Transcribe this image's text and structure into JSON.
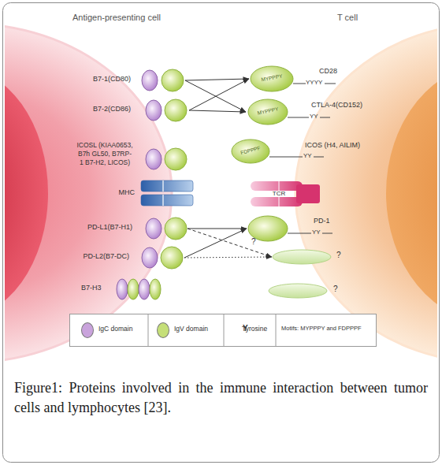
{
  "diagram": {
    "caption": "Figure1: Proteins involved in the immune interaction between tumor cells and lymphocytes [23].",
    "nodes": [
      {
        "text": [
          "Antigen-presenting cell"
        ]
      },
      {
        "text": [
          "B7-1(CD80)"
        ],
        "in": 0
      },
      {
        "text": [
          "B7-2(CD86)"
        ],
        "in": 0
      },
      {
        "text": [
          "ICOSL (KIAA0653, B7h GL50, B7RP-1 B7-H2, LICOS)"
        ],
        "in": 0
      },
      {
        "text": [
          "MHC"
        ],
        "in": 0
      },
      {
        "text": [
          "PD-L1(B7-H1)"
        ],
        "in": 0
      },
      {
        "text": [
          "PD-L2(B7-DC)"
        ],
        "in": 0
      },
      {
        "text": [
          "B7-H3"
        ],
        "in": 0
      },
      {
        "text": [
          "T cell"
        ]
      },
      {
        "text": [
          "MYPPPY",
          "CD28",
          "YYYY"
        ],
        "in": 8
      },
      {
        "text": [
          "MYPPPY",
          "CTLA-4(CD152)",
          "YY"
        ],
        "in": 8
      },
      {
        "text": [
          "FDPPPF",
          "ICOS (H4, AILIM)",
          "YY"
        ],
        "in": 8
      },
      {
        "text": [
          "TCR"
        ],
        "in": 8
      },
      {
        "text": [
          "PD-1",
          "YY"
        ],
        "in": 8
      },
      {
        "text": [
          "?"
        ],
        "in": 8
      },
      {
        "text": [
          "?"
        ],
        "in": 8
      }
    ],
    "edges": [
      {
        "from": 1,
        "to": 9,
        "arrow": "to"
      },
      {
        "from": 1,
        "to": 10,
        "arrow": "to"
      },
      {
        "from": 2,
        "to": 9,
        "arrow": "to"
      },
      {
        "from": 2,
        "to": 10,
        "arrow": "to"
      },
      {
        "from": 5,
        "to": 13,
        "arrow": "to"
      },
      {
        "from": 5,
        "to": 14,
        "label": "?",
        "arrow": "to"
      },
      {
        "from": 6,
        "to": 13,
        "arrow": "to"
      },
      {
        "from": 6,
        "to": 14,
        "arrow": "to"
      }
    ],
    "labels": [
      "Y"
    ],
    "legend": [
      {
        "text": "IgC domain",
        "color": "#c9a3dc"
      },
      {
        "text": "IgV domain",
        "color": "#c5df78"
      },
      {
        "text": "Tyrosine"
      },
      {
        "text": "Motifs: MYPPPY and FDPPPF"
      }
    ]
  }
}
